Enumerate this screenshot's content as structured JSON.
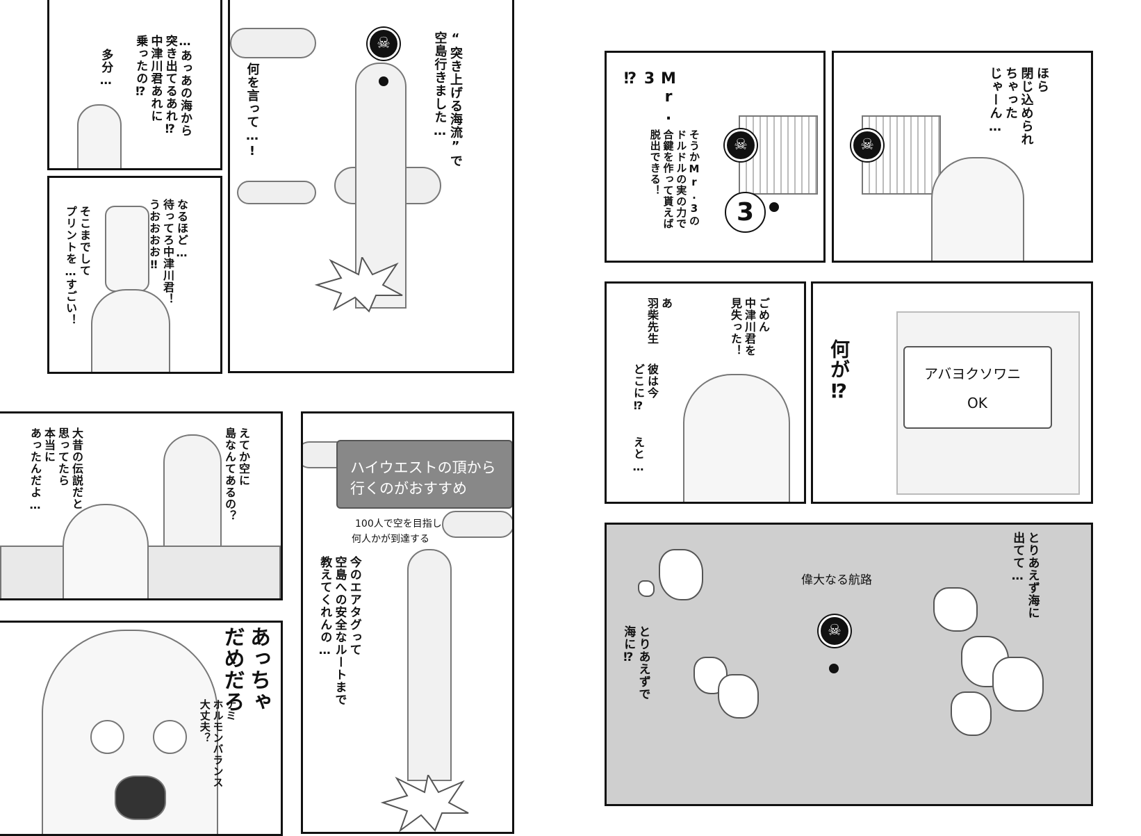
{
  "left_page": {
    "p1": {
      "speech1": "…あっあの海から\n突き出てるあれ⁉\n中津川君あれに\n乗ったの⁉",
      "speech2": "多分…"
    },
    "p2": {
      "speech1": "“突き上げる海流”で\n空島行きました…",
      "speech2": "何を言って…!"
    },
    "p3": {
      "speech1": "なるほど…\n待ってろ中津川君！\nうおおおお‼",
      "speech2": "そこまでして\nプリントを…すごい！"
    },
    "p4": {
      "speech1": "えてか空に\n島なんてあるの？",
      "speech2": "大昔の伝説だと\n思ってたら\n本当に\nあったんだよ…"
    },
    "p5": {
      "hint_line1": "ハイウエストの頂から",
      "hint_line2": "行くのがおすすめ",
      "caption_line1": "100人で空を目指し",
      "caption_line2": "何人かが到達する",
      "speech1": "今のエアタグって\n空島への安全なルートまで\n教えてくれんの…"
    },
    "p6": {
      "shout": "あっちゃ\nだめだろ",
      "speech1": "ナミ\nホルモンバランス\n大丈夫？"
    }
  },
  "right_page": {
    "p1": {
      "speech1": "Mr.\n3\n⁉",
      "speech2": "そうかMr.3の\nドルドルの実の力で\n合鍵を作って貰えば\n脱出できる！",
      "badge": "3"
    },
    "p2": {
      "speech1": "ほら\n閉じ込められ\nちゃった\nじゃーん…"
    },
    "p3": {
      "speech1": "ごめん\n中津川君を\n見失った！",
      "speech2": "あ\n羽柴先生",
      "speech3": "彼は今\nどこに⁉",
      "speech4": "えと…"
    },
    "p4": {
      "shout": "何が⁉",
      "dialog_text": "アバヨクソワニ",
      "dialog_ok": "OK"
    },
    "p5": {
      "map_label": "偉大なる航路",
      "speech1": "とりあえず海に\n出てて…",
      "speech2": "とりあえずで\n海に⁉"
    }
  }
}
